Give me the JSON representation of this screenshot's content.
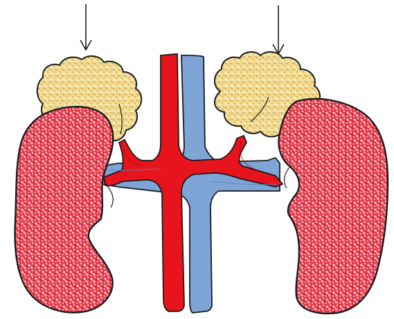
{
  "diagram": {
    "subject": "kidneys-with-adrenal-glands",
    "colors": {
      "kidney": "#e23a4a",
      "kidney_speckle_light": "#f7c9cf",
      "kidney_speckle_dark": "#c8102e",
      "adrenal": "#f1d98a",
      "adrenal_speckle": "#d9a93a",
      "artery": "#e8141d",
      "vein": "#7ea5d6",
      "outline": "#1a1a1a",
      "background": "#ffffff"
    },
    "parts": [
      {
        "id": "adrenal-left",
        "kind": "adrenal-gland"
      },
      {
        "id": "adrenal-right",
        "kind": "adrenal-gland"
      },
      {
        "id": "kidney-left",
        "kind": "kidney"
      },
      {
        "id": "kidney-right",
        "kind": "kidney"
      },
      {
        "id": "aorta",
        "kind": "artery"
      },
      {
        "id": "vena-cava",
        "kind": "vein"
      },
      {
        "id": "renal-vein-left",
        "kind": "vein"
      },
      {
        "id": "renal-vein-right",
        "kind": "vein"
      },
      {
        "id": "renal-artery-left",
        "kind": "artery"
      },
      {
        "id": "renal-artery-right",
        "kind": "artery"
      }
    ],
    "pointers": [
      {
        "id": "arrow-left",
        "target": "adrenal-left"
      },
      {
        "id": "arrow-right",
        "target": "adrenal-right"
      }
    ]
  }
}
